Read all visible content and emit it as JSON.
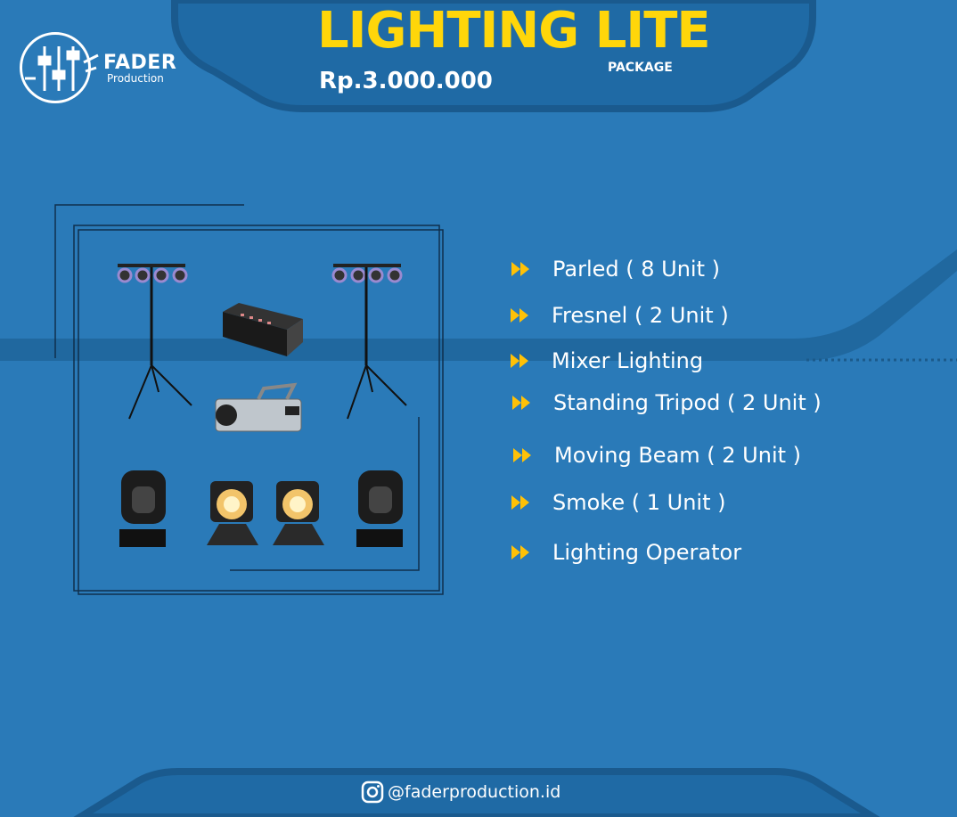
{
  "brand": {
    "name": "FADER",
    "sub": "Production"
  },
  "header": {
    "title": "LIGHTING LITE",
    "package_label": "PACKAGE",
    "price": "Rp.3.000.000"
  },
  "colors": {
    "background": "#2a7ab8",
    "dark_band": "#1d6499",
    "accent": "#ffd60a",
    "bullet": "#ffc107"
  },
  "equipment_image": {
    "items": [
      "parled-bar",
      "lighting-mixer",
      "fog-machine",
      "tripod-stand",
      "moving-beam",
      "fresnel"
    ]
  },
  "items": [
    {
      "label": "Parled ( 8 Unit )",
      "icon": "fast-forward-icon"
    },
    {
      "label": "Fresnel ( 2 Unit )",
      "icon": "fast-forward-icon"
    },
    {
      "label": "Mixer Lighting",
      "icon": "fast-forward-icon"
    },
    {
      "label": "Standing Tripod ( 2 Unit )",
      "icon": "fast-forward-icon"
    },
    {
      "label": "Moving Beam ( 2 Unit )",
      "icon": "fast-forward-icon"
    },
    {
      "label": "Smoke ( 1 Unit )",
      "icon": "fast-forward-icon"
    },
    {
      "label": "Lighting Operator",
      "icon": "fast-forward-icon"
    }
  ],
  "footer": {
    "handle": "@faderproduction.id",
    "icon": "instagram-icon"
  }
}
